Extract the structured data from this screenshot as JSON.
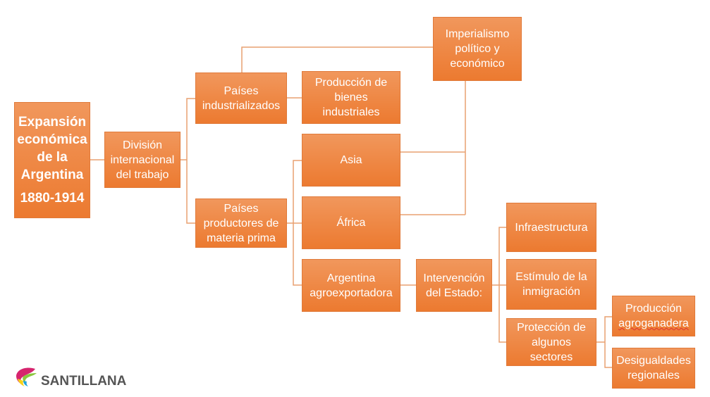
{
  "title": {
    "line1": "Expansión económica de la Argentina",
    "years": "1880-1914"
  },
  "nodes": {
    "division": "División internacional del trabajo",
    "industrializados": "Países industrializados",
    "productores": "Países productores de materia prima",
    "bienes": "Producción de bienes industriales",
    "asia": "Asia",
    "africa": "África",
    "argentina": "Argentina agroexportadora",
    "imperialismo": "Imperialismo político y económico",
    "intervencion": "Intervención del Estado:",
    "infraestructura": "Infraestructura",
    "inmigracion": "Estímulo de la inmigración",
    "proteccion": "Protección de algunos sectores",
    "agroganadera": {
      "a": "Producción",
      "b": "agroganadera"
    },
    "desigualdades": "Desigualdades regionales"
  },
  "logo": "SANTILLANA",
  "colors": {
    "box": "#ec7a30",
    "line": "#e9a070"
  }
}
